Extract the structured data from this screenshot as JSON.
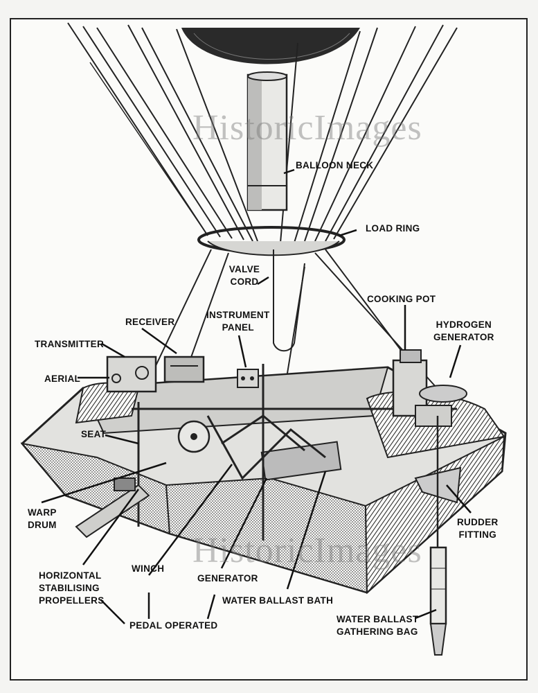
{
  "watermark": {
    "top": "HistoricImages",
    "bottom": "HistoricImages"
  },
  "labels": {
    "balloon_neck": "BALLOON NECK",
    "load_ring": "LOAD RING",
    "valve_cord_1": "VALVE",
    "valve_cord_2": "CORD",
    "cooking_pot": "COOKING POT",
    "hydrogen_generator_1": "HYDROGEN",
    "hydrogen_generator_2": "GENERATOR",
    "receiver": "RECEIVER",
    "instrument_panel_1": "INSTRUMENT",
    "instrument_panel_2": "PANEL",
    "transmitter": "TRANSMITTER",
    "aerial": "AERIAL",
    "seat": "SEAT",
    "warp_drum_1": "WARP",
    "warp_drum_2": "DRUM",
    "rudder_fitting_1": "RUDDER",
    "rudder_fitting_2": "FITTING",
    "winch": "WINCH",
    "generator": "GENERATOR",
    "horizontal_1": "HORIZONTAL",
    "horizontal_2": "STABILISING",
    "horizontal_3": "PROPELLERS",
    "pedal_operated": "PEDAL OPERATED",
    "water_ballast_bath": "WATER BALLAST BATH",
    "gathering_bag_1": "WATER BALLAST",
    "gathering_bag_2": "GATHERING BAG"
  }
}
